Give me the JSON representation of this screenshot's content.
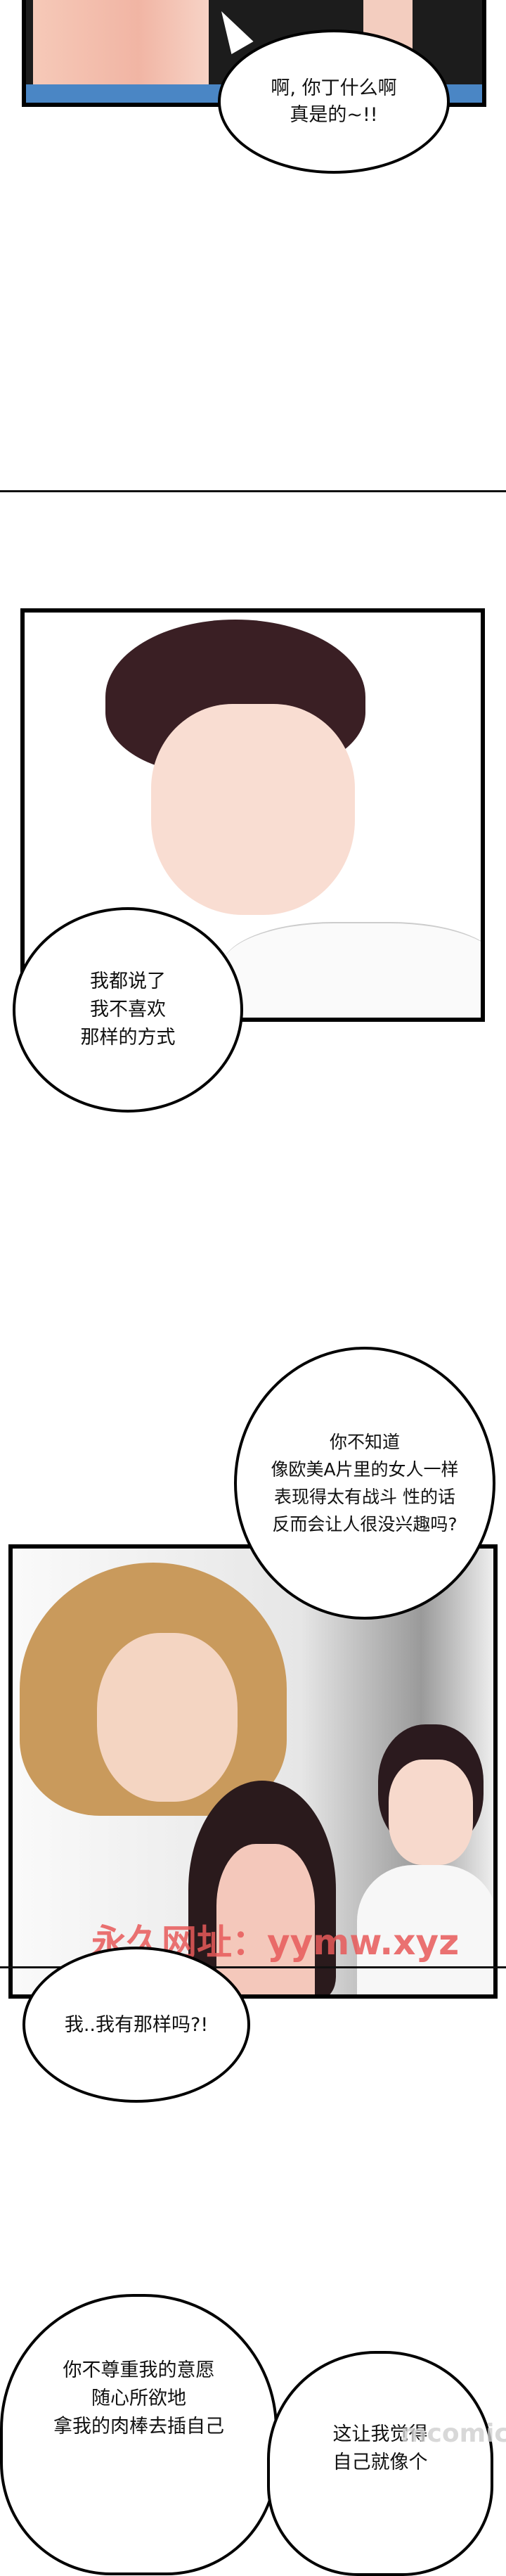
{
  "panels": [
    {
      "id": "panel-1",
      "bubble": {
        "lines": [
          "啊, 你丁什么啊",
          "真是的~!!"
        ]
      }
    },
    {
      "id": "panel-2",
      "bubble": {
        "lines": [
          "我都说了",
          "我不喜欢",
          "那样的方式"
        ]
      }
    },
    {
      "id": "panel-3",
      "bubbles": [
        {
          "lines": [
            "你不知道",
            "像欧美A片里的女人一样",
            "表现得太有战斗 性的话",
            "反而会让人很没兴趣吗?"
          ]
        },
        {
          "lines": [
            "我..我有那样吗?!"
          ]
        }
      ]
    },
    {
      "id": "panel-4",
      "bubbles": [
        {
          "lines": [
            "你不尊重我的意愿",
            "随心所欲地",
            "拿我的肉棒去插自己"
          ]
        },
        {
          "lines": [
            "这让我觉得",
            "自己就像个"
          ]
        }
      ]
    }
  ],
  "watermark": "永久网址：yymw.xyz",
  "corner_logo": "mcomic",
  "colors": {
    "watermark": "#e85a5a",
    "frame": "#000000"
  }
}
